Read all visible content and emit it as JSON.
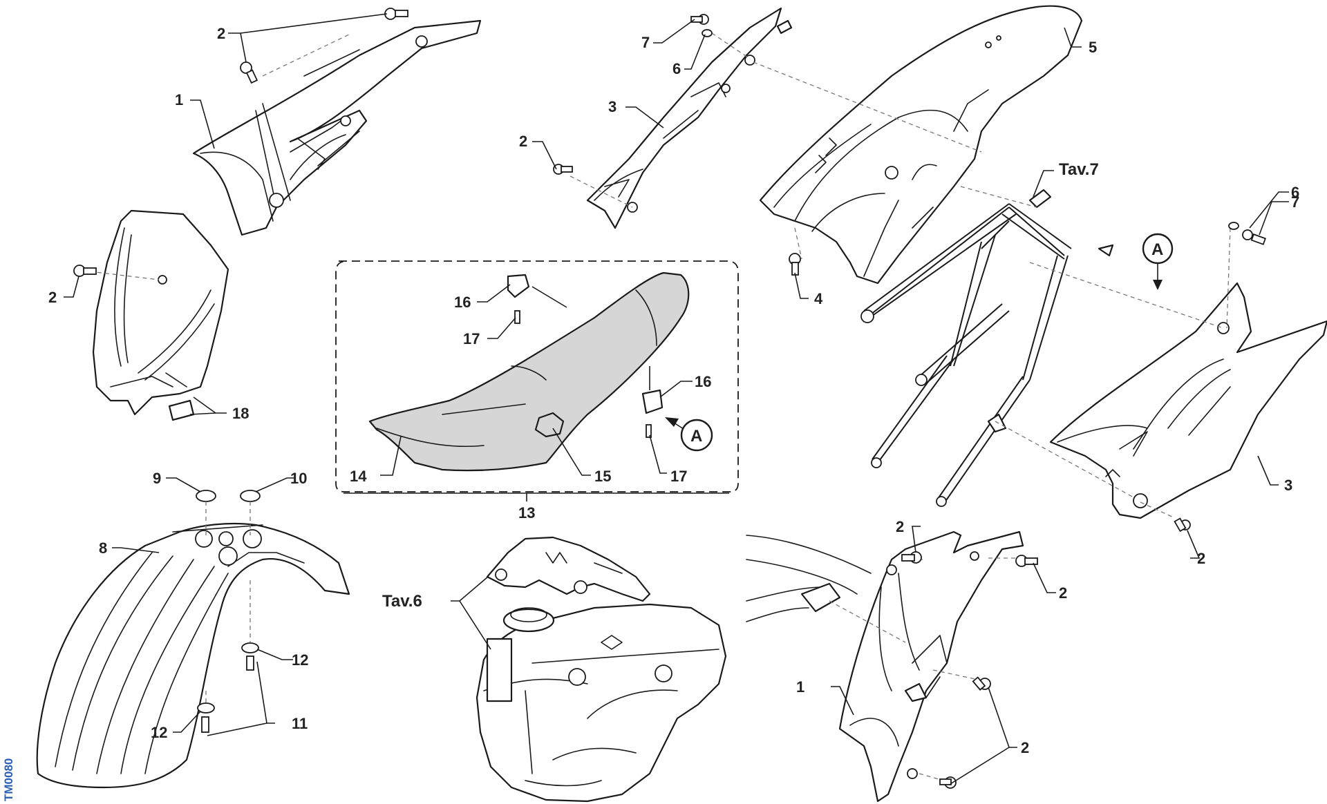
{
  "drawing_code": "TM0080",
  "callouts": {
    "c1_top": "1",
    "c1_bottom": "1",
    "c2_top": "2",
    "c2_mid": "2",
    "c2_left": "2",
    "c2_right_tank": "2",
    "c2_right_lower": "2",
    "c2_rear": "2",
    "c2_bottom_right": "2",
    "c3_top": "3",
    "c3_right": "3",
    "c4": "4",
    "c5": "5",
    "c6_top": "6",
    "c6_right": "6",
    "c7_top": "7",
    "c7_right": "7",
    "c8": "8",
    "c9": "9",
    "c10": "10",
    "c11": "11",
    "c12_top": "12",
    "c12_bottom": "12",
    "c13": "13",
    "c14": "14",
    "c15": "15",
    "c16_top": "16",
    "c16_right": "16",
    "c17_top": "17",
    "c17_bottom": "17",
    "c18": "18"
  },
  "references": {
    "tav7": "Tav.7",
    "tav6": "Tav.6",
    "detail_a_top": "A",
    "detail_a_seat": "A"
  },
  "colors": {
    "line": "#1a1a1a",
    "seat_fill": "#d6d6d6",
    "code_text": "#2a5fb5"
  }
}
